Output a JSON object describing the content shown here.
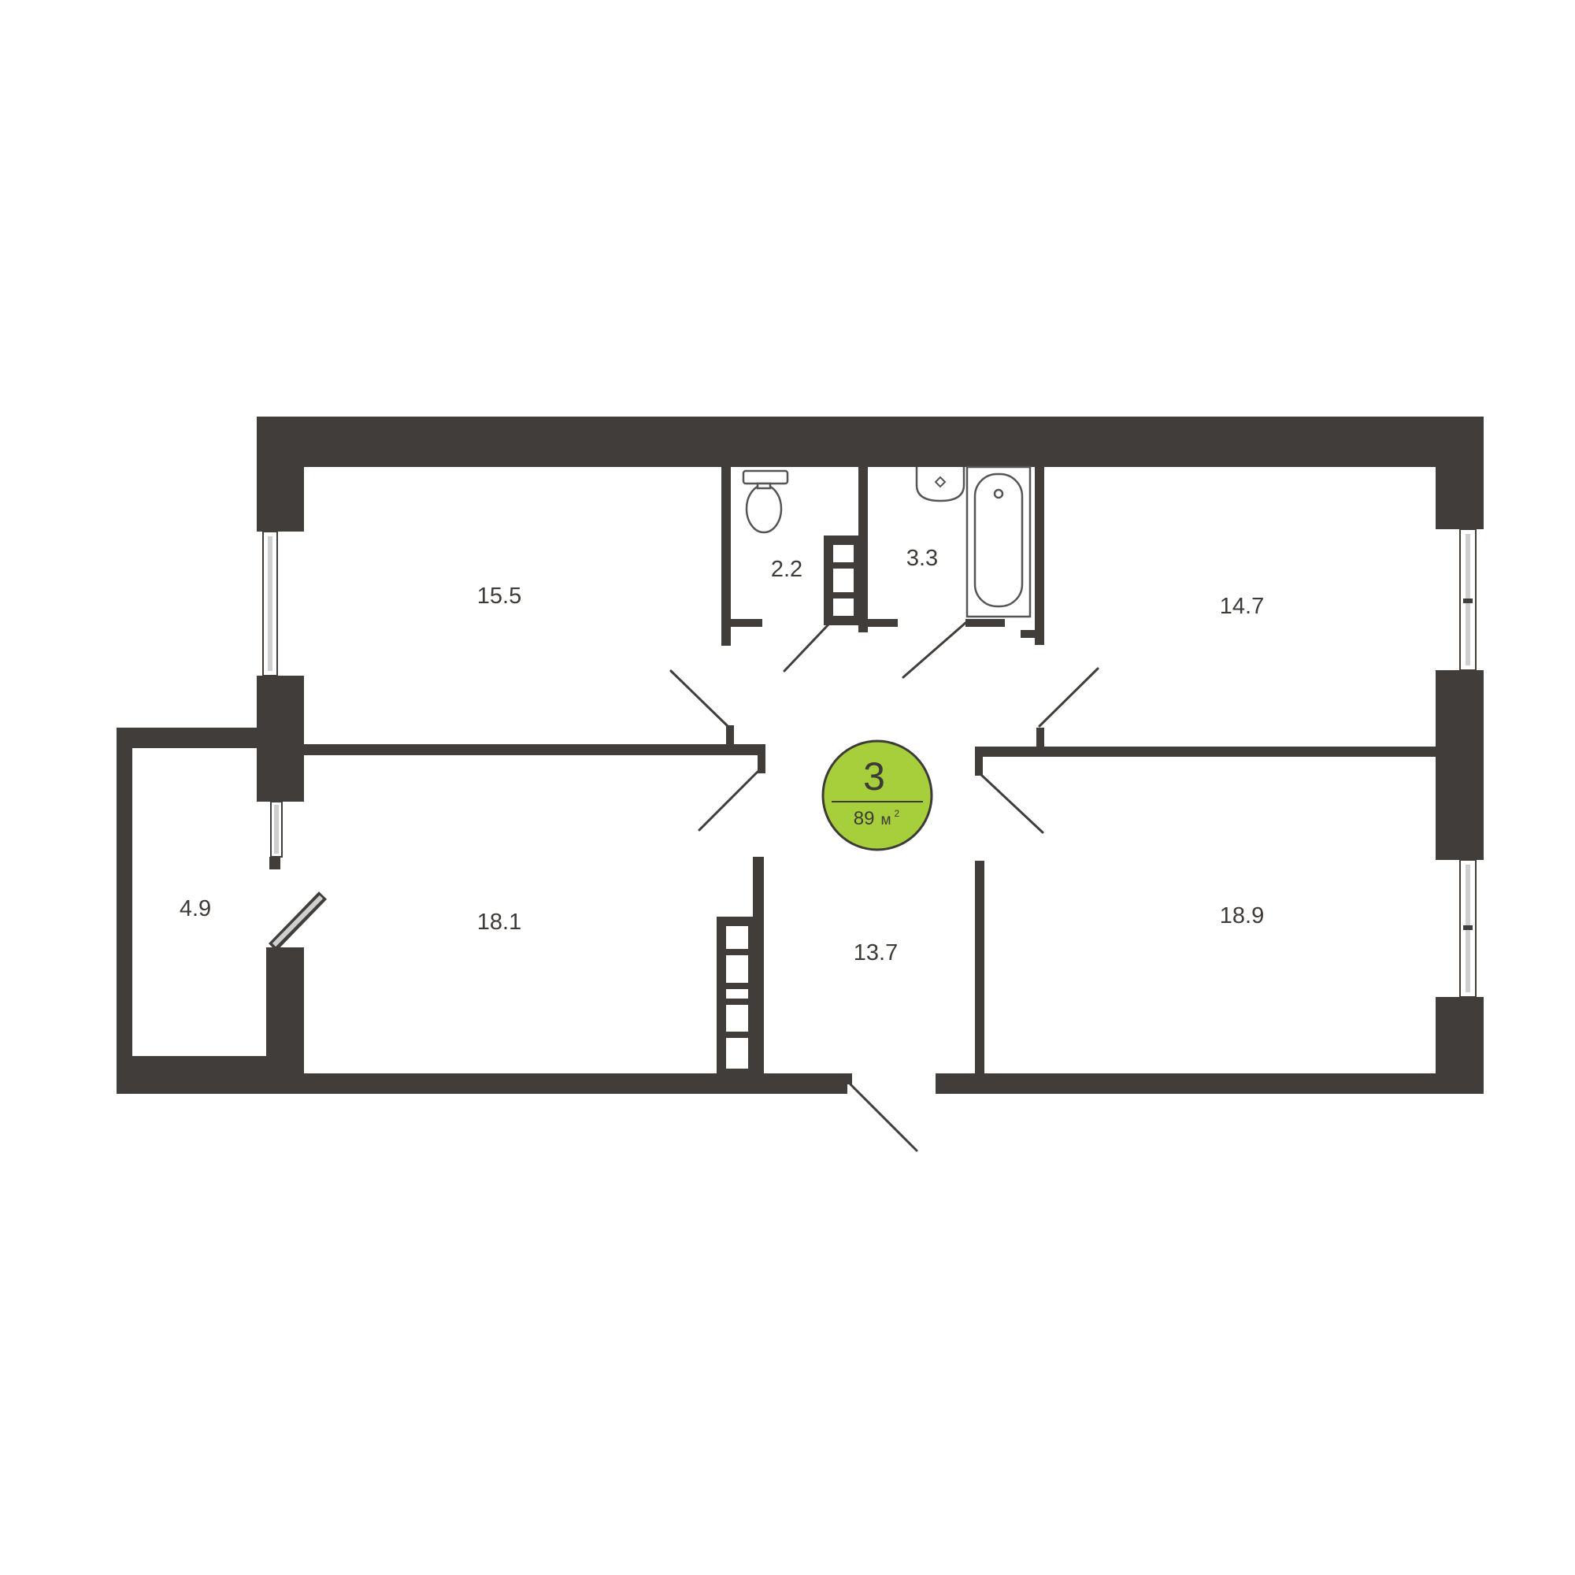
{
  "colors": {
    "wall": "#403d3a",
    "badge_fill": "#a6cf3b",
    "badge_stroke": "#3d3a37",
    "window_glass": "#cfcfcf",
    "fixture_stroke": "#555555"
  },
  "badge": {
    "rooms": "3",
    "area": "89",
    "unit": "м",
    "unit_sup": "2"
  },
  "rooms": [
    {
      "id": "bedroom-top-left",
      "area": "15.5"
    },
    {
      "id": "toilet",
      "area": "2.2"
    },
    {
      "id": "bathroom",
      "area": "3.3"
    },
    {
      "id": "bedroom-top-right",
      "area": "14.7"
    },
    {
      "id": "balcony",
      "area": "4.9"
    },
    {
      "id": "living-room",
      "area": "18.1"
    },
    {
      "id": "hallway",
      "area": "13.7"
    },
    {
      "id": "bedroom-bottom-right",
      "area": "18.9"
    }
  ]
}
